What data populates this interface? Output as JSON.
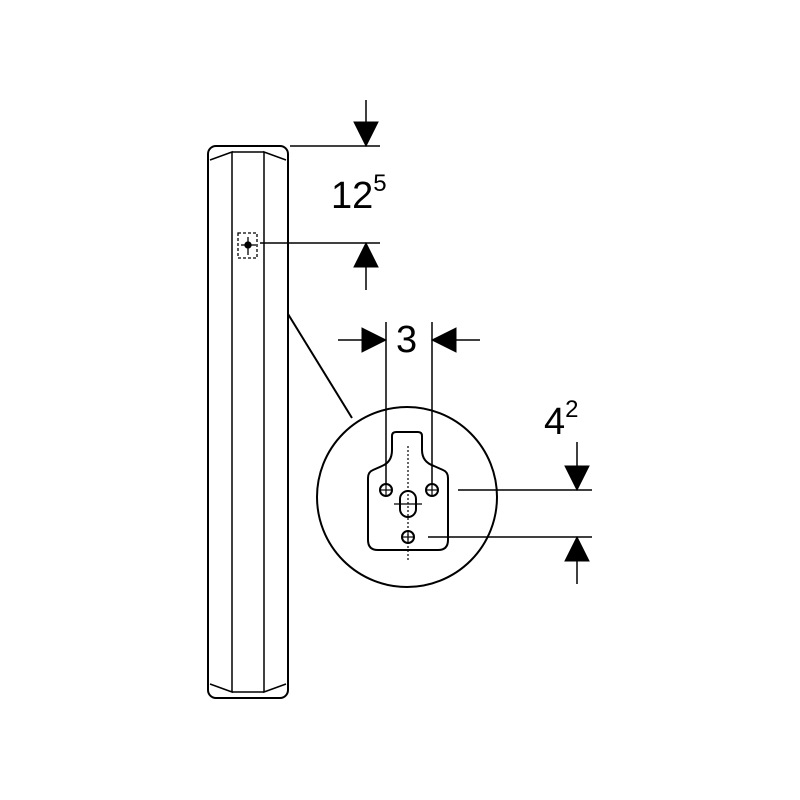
{
  "dimensions": {
    "top_offset": {
      "base": "12",
      "superscript": "5"
    },
    "hole_spacing": {
      "value": "3"
    },
    "hole_vertical_offset": {
      "base": "4",
      "superscript": "2"
    }
  }
}
